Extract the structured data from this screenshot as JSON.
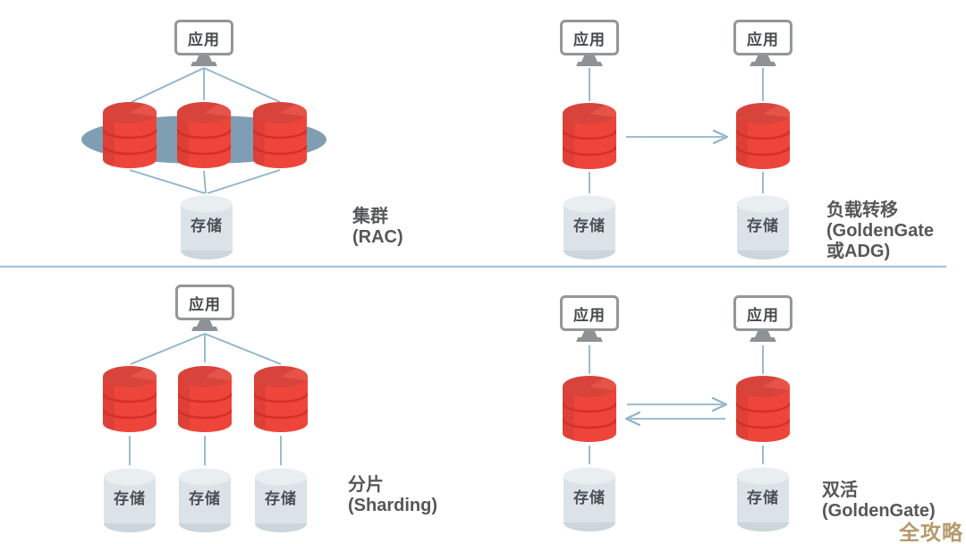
{
  "diagram": {
    "node_labels": {
      "app": "应用",
      "storage": "存储"
    },
    "sections": {
      "rac": {
        "lines": [
          "集群",
          "(RAC)"
        ]
      },
      "failover": {
        "lines": [
          "负载转移",
          "(GoldenGate",
          "或ADG)"
        ]
      },
      "sharding": {
        "lines": [
          "分片",
          "(Sharding)"
        ]
      },
      "dual_active": {
        "lines": [
          "双活",
          "(GoldenGate)"
        ]
      }
    },
    "watermark": "全攻略",
    "icons": {
      "app_node": "monitor-icon",
      "database_node": "database-cylinder-icon",
      "storage_node": "storage-cylinder-icon"
    },
    "colors": {
      "database_red": "#ee453b",
      "database_red_dark": "#d52f27",
      "database_top_red": "#d8443c",
      "storage_gray": "#dce3e8",
      "connector_blue": "#8fb4c9",
      "cluster_ellipse_blue": "#7f9eb4",
      "divider_blue": "#a6c3d4",
      "label_gray": "#565758",
      "monitor_gray": "#939798",
      "watermark_gold": "#b6996a"
    }
  }
}
